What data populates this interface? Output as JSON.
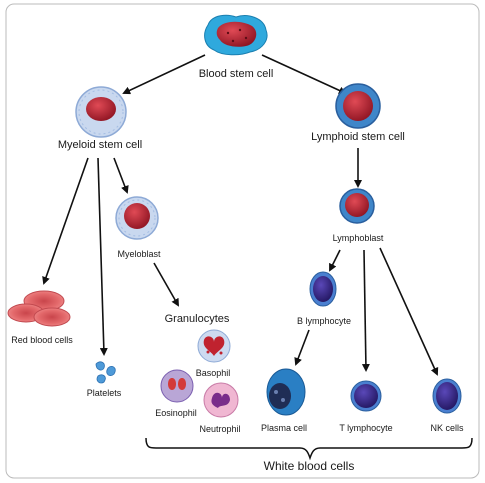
{
  "nodes": {
    "blood_stem_cell": "Blood stem cell",
    "myeloid_stem_cell": "Myeloid stem cell",
    "lymphoid_stem_cell": "Lymphoid stem cell",
    "myeloblast": "Myeloblast",
    "lymphoblast": "Lymphoblast",
    "red_blood_cells": "Red blood cells",
    "platelets": "Platelets",
    "granulocytes": "Granulocytes",
    "basophil": "Basophil",
    "eosinophil": "Eosinophil",
    "neutrophil": "Neutrophil",
    "b_lymphocyte": "B lymphocyte",
    "plasma_cell": "Plasma cell",
    "t_lymphocyte": "T lymphocyte",
    "nk_cells": "NK cells"
  },
  "group_label": "White blood cells",
  "colors": {
    "stem_outer": "#2fa9dd",
    "nucleus_red": "#b5202e",
    "myeloid_outer": "#c9d8ef",
    "lymphoid_outer": "#3f86c9",
    "rbc": "#e0676a",
    "purple_cell": "#3b2a8c",
    "plasma_outer": "#2a7fc4",
    "neutrophil_pink": "#f0b7d2"
  }
}
